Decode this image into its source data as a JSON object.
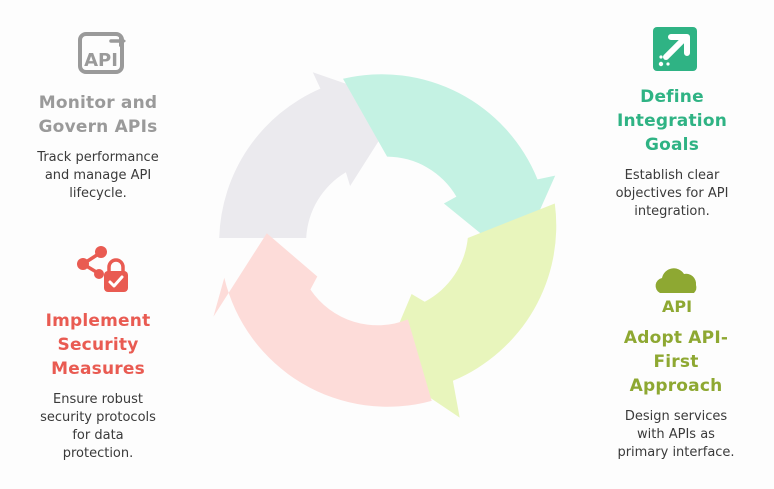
{
  "colors": {
    "monitor": "#9a9a9a",
    "define": "#2fb384",
    "adopt": "#8ea832",
    "security": "#e95b52",
    "arrow_monitor": "#ebeaee",
    "arrow_define": "#c4f2e3",
    "arrow_adopt": "#e8f5bc",
    "arrow_security": "#fddcd9"
  },
  "steps": {
    "monitor": {
      "title_1": "Monitor and",
      "title_2": "Govern APIs",
      "desc_1": "Track performance",
      "desc_2": "and manage API",
      "desc_3": "lifecycle.",
      "icon": "api-export-icon",
      "icon_text": "API"
    },
    "define": {
      "title_1": "Define",
      "title_2": "Integration",
      "title_3": "Goals",
      "desc_1": "Establish clear",
      "desc_2": "objectives for API",
      "desc_3": "integration.",
      "icon": "diagonal-arrow-icon"
    },
    "adopt": {
      "title_1": "Adopt API-",
      "title_2": "First",
      "title_3": "Approach",
      "desc_1": "Design services",
      "desc_2": "with APIs as",
      "desc_3": "primary interface.",
      "icon": "cloud-api-icon",
      "icon_text": "API"
    },
    "security": {
      "title_1": "Implement",
      "title_2": "Security",
      "title_3": "Measures",
      "desc_1": "Ensure robust",
      "desc_2": "security protocols",
      "desc_3": "for data",
      "desc_4": "protection.",
      "icon": "share-lock-icon"
    }
  }
}
